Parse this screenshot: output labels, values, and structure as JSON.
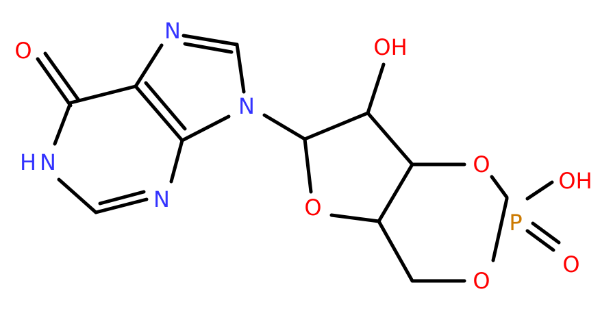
{
  "colors": {
    "carbon_bond": "#000000",
    "nitrogen": "#3333ff",
    "oxygen": "#ff0000",
    "phosphorus": "#cc7a00"
  },
  "atoms": {
    "carbonyl_o": "O",
    "n_imidazole": "N",
    "n_ribose": "N",
    "nh": "N",
    "h_nh": "H",
    "n_pyrimidine": "N",
    "oh_ribose": "OH",
    "o_ring": "O",
    "o_phosphate_upper": "O",
    "o_phosphate_lower": "O",
    "phosphorus": "P",
    "oh_phosphate": "OH",
    "o_phosphoryl": "O"
  }
}
